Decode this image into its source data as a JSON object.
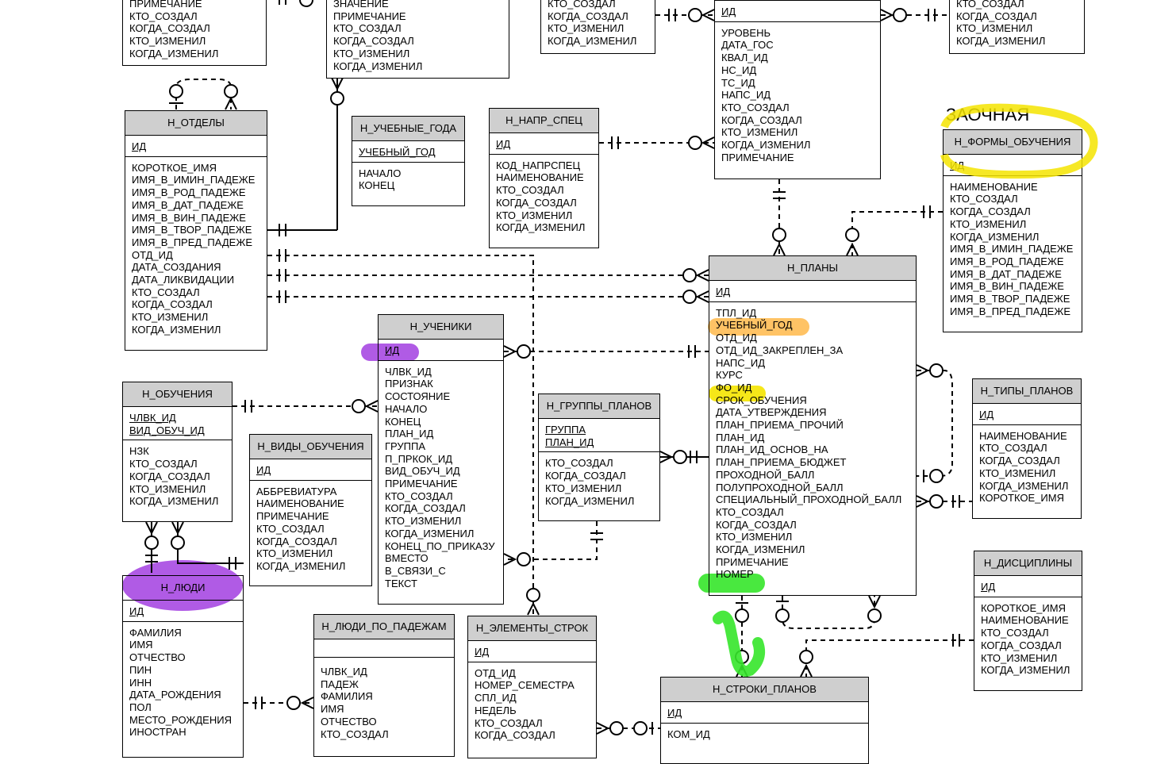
{
  "annotation_label": "ЗАОЧНАЯ",
  "colors": {
    "yellow": "#f5e400",
    "orange": "#ffb84a",
    "purple": "#a23ee0",
    "green": "#35e62a",
    "header": "#cfcfcf"
  },
  "entities": {
    "top_left": {
      "attrs": [
        "ПРИМЕЧАНИЕ",
        "КТО_СОЗДАЛ",
        "КОГДА_СОЗДАЛ",
        "КТО_ИЗМЕНИЛ",
        "КОГДА_ИЗМЕНИЛ"
      ]
    },
    "top_mid": {
      "attrs": [
        "ЗНАЧЕНИЕ",
        "ПРИМЕЧАНИЕ",
        "КТО_СОЗДАЛ",
        "КОГДА_СОЗДАЛ",
        "КТО_ИЗМЕНИЛ",
        "КОГДА_ИЗМЕНИЛ"
      ]
    },
    "top_mid2": {
      "attrs": [
        "КТО_СОЗДАЛ",
        "КОГДА_СОЗДАЛ",
        "КТО_ИЗМЕНИЛ",
        "КОГДА_ИЗМЕНИЛ"
      ]
    },
    "top_center": {
      "key": [
        "ИД"
      ],
      "attrs": [
        "УРОВЕНЬ",
        "ДАТА_ГОС",
        "КВАЛ_ИД",
        "НС_ИД",
        "ТС_ИД",
        "НАПС_ИД",
        "КТО_СОЗДАЛ",
        "КОГДА_СОЗДАЛ",
        "КТО_ИЗМЕНИЛ",
        "КОГДА_ИЗМЕНИЛ",
        "ПРИМЕЧАНИЕ"
      ]
    },
    "top_right": {
      "attrs": [
        "КТО_СОЗДАЛ",
        "КОГДА_СОЗДАЛ",
        "КТО_ИЗМЕНИЛ",
        "КОГДА_ИЗМЕНИЛ"
      ]
    },
    "otdely": {
      "title": "Н_ОТДЕЛЫ",
      "key": [
        "ИД"
      ],
      "attrs": [
        "КОРОТКОЕ_ИМЯ",
        "ИМЯ_В_ИМИН_ПАДЕЖЕ",
        "ИМЯ_В_РОД_ПАДЕЖЕ",
        "ИМЯ_В_ДАТ_ПАДЕЖЕ",
        "ИМЯ_В_ВИН_ПАДЕЖЕ",
        "ИМЯ_В_ТВОР_ПАДЕЖЕ",
        "ИМЯ_В_ПРЕД_ПАДЕЖЕ",
        "ОТД_ИД",
        "ДАТА_СОЗДАНИЯ",
        "ДАТА_ЛИКВИДАЦИИ",
        "КТО_СОЗДАЛ",
        "КОГДА_СОЗДАЛ",
        "КТО_ИЗМЕНИЛ",
        "КОГДА_ИЗМЕНИЛ"
      ]
    },
    "uchebnye_goda": {
      "title": "Н_УЧЕБНЫЕ_ГОДА",
      "key": [
        "УЧЕБНЫЙ_ГОД"
      ],
      "attrs": [
        "НАЧАЛО",
        "КОНЕЦ"
      ]
    },
    "napr_spec": {
      "title": "Н_НАПР_СПЕЦ",
      "key": [
        "ИД"
      ],
      "attrs": [
        "КОД_НАПРСПЕЦ",
        "НАИМЕНОВАНИЕ",
        "КТО_СОЗДАЛ",
        "КОГДА_СОЗДАЛ",
        "КТО_ИЗМЕНИЛ",
        "КОГДА_ИЗМЕНИЛ"
      ]
    },
    "formy_obucheniya": {
      "title": "Н_ФОРМЫ_ОБУЧЕНИЯ",
      "key": [
        "ИД"
      ],
      "attrs": [
        "НАИМЕНОВАНИЕ",
        "КТО_СОЗДАЛ",
        "КОГДА_СОЗДАЛ",
        "КТО_ИЗМЕНИЛ",
        "КОГДА_ИЗМЕНИЛ",
        "ИМЯ_В_ИМИН_ПАДЕЖЕ",
        "ИМЯ_В_РОД_ПАДЕЖЕ",
        "ИМЯ_В_ДАТ_ПАДЕЖЕ",
        "ИМЯ_В_ВИН_ПАДЕЖЕ",
        "ИМЯ_В_ТВОР_ПАДЕЖЕ",
        "ИМЯ_В_ПРЕД_ПАДЕЖЕ"
      ]
    },
    "plany": {
      "title": "Н_ПЛАНЫ",
      "key": [
        "ИД"
      ],
      "attrs": [
        "ТПЛ_ИД",
        "УЧЕБНЫЙ_ГОД",
        "ОТД_ИД",
        "ОТД_ИД_ЗАКРЕПЛЕН_ЗА",
        "НАПС_ИД",
        "КУРС",
        "ФО_ИД",
        "СРОК_ОБУЧЕНИЯ",
        "ДАТА_УТВЕРЖДЕНИЯ",
        "ПЛАН_ПРИЕМА_ПРОЧИЙ",
        "ПЛАН_ИД",
        "ПЛАН_ИД_ОСНОВ_НА",
        "ПЛАН_ПРИЕМА_БЮДЖЕТ",
        "ПРОХОДНОЙ_БАЛЛ",
        "ПОЛУПРОХОДНОЙ_БАЛЛ",
        "СПЕЦИАЛЬНЫЙ_ПРОХОДНОЙ_БАЛЛ",
        "КТО_СОЗДАЛ",
        "КОГДА_СОЗДАЛ",
        "КТО_ИЗМЕНИЛ",
        "КОГДА_ИЗМЕНИЛ",
        "ПРИМЕЧАНИЕ",
        "НОМЕР"
      ]
    },
    "ucheniki": {
      "title": "Н_УЧЕНИКИ",
      "key": [
        "ИД"
      ],
      "attrs": [
        "ЧЛВК_ИД",
        "ПРИЗНАК",
        "СОСТОЯНИЕ",
        "НАЧАЛО",
        "КОНЕЦ",
        "ПЛАН_ИД",
        "ГРУППА",
        "П_ПРКОК_ИД",
        "ВИД_ОБУЧ_ИД",
        "ПРИМЕЧАНИЕ",
        "КТО_СОЗДАЛ",
        "КОГДА_СОЗДАЛ",
        "КТО_ИЗМЕНИЛ",
        "КОГДА_ИЗМЕНИЛ",
        "КОНЕЦ_ПО_ПРИКАЗУ",
        "ВМЕСТО",
        "В_СВЯЗИ_С",
        "ТЕКСТ"
      ]
    },
    "obucheniya": {
      "title": "Н_ОБУЧЕНИЯ",
      "key": [
        "ЧЛВК_ИД",
        "ВИД_ОБУЧ_ИД"
      ],
      "attrs": [
        "НЗК",
        "КТО_СОЗДАЛ",
        "КОГДА_СОЗДАЛ",
        "КТО_ИЗМЕНИЛ",
        "КОГДА_ИЗМЕНИЛ"
      ]
    },
    "vidy_obucheniya": {
      "title": "Н_ВИДЫ_ОБУЧЕНИЯ",
      "key": [
        "ИД"
      ],
      "attrs": [
        "АББРЕВИАТУРА",
        "НАИМЕНОВАНИЕ",
        "ПРИМЕЧАНИЕ",
        "КТО_СОЗДАЛ",
        "КОГДА_СОЗДАЛ",
        "КТО_ИЗМЕНИЛ",
        "КОГДА_ИЗМЕНИЛ"
      ]
    },
    "gruppy_planov": {
      "title": "Н_ГРУППЫ_ПЛАНОВ",
      "key": [
        "ГРУППА",
        "ПЛАН_ИД"
      ],
      "attrs": [
        "КТО_СОЗДАЛ",
        "КОГДА_СОЗДАЛ",
        "КТО_ИЗМЕНИЛ",
        "КОГДА_ИЗМЕНИЛ"
      ]
    },
    "tipy_planov": {
      "title": "Н_ТИПЫ_ПЛАНОВ",
      "key": [
        "ИД"
      ],
      "attrs": [
        "НАИМЕНОВАНИЕ",
        "КТО_СОЗДАЛ",
        "КОГДА_СОЗДАЛ",
        "КТО_ИЗМЕНИЛ",
        "КОГДА_ИЗМЕНИЛ",
        "КОРОТКОЕ_ИМЯ"
      ]
    },
    "discipliny": {
      "title": "Н_ДИСЦИПЛИНЫ",
      "key": [
        "ИД"
      ],
      "attrs": [
        "КОРОТКОЕ_ИМЯ",
        "НАИМЕНОВАНИЕ",
        "КТО_СОЗДАЛ",
        "КОГДА_СОЗДАЛ",
        "КТО_ИЗМЕНИЛ",
        "КОГДА_ИЗМЕНИЛ"
      ]
    },
    "lyudi": {
      "title": "Н_ЛЮДИ",
      "key": [
        "ИД"
      ],
      "attrs": [
        "ФАМИЛИЯ",
        "ИМЯ",
        "ОТЧЕСТВО",
        "ПИН",
        "ИНН",
        "ДАТА_РОЖДЕНИЯ",
        "ПОЛ",
        "МЕСТО_РОЖДЕНИЯ",
        "ИНОСТРАН"
      ]
    },
    "lyudi_po_padezham": {
      "title": "Н_ЛЮДИ_ПО_ПАДЕЖАМ",
      "key": [],
      "attrs": [
        "ЧЛВК_ИД",
        "ПАДЕЖ",
        "ФАМИЛИЯ",
        "ИМЯ",
        "ОТЧЕСТВО",
        "КТО_СОЗДАЛ"
      ]
    },
    "elementy_strok": {
      "title": "Н_ЭЛЕМЕНТЫ_СТРОК",
      "key": [
        "ИД"
      ],
      "attrs": [
        "ОТД_ИД",
        "НОМЕР_СЕМЕСТРА",
        "СПЛ_ИД",
        "НЕДЕЛЬ",
        "КТО_СОЗДАЛ",
        "КОГДА_СОЗДАЛ"
      ]
    },
    "stroki_planov": {
      "title": "Н_СТРОКИ_ПЛАНОВ",
      "key": [
        "ИД"
      ],
      "attrs": [
        "КОМ_ИД"
      ]
    }
  }
}
